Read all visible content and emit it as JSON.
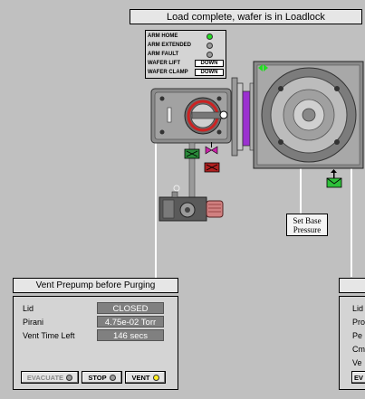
{
  "header": {
    "status_message": "Load complete, wafer is in Loadlock"
  },
  "status_panel": {
    "arm_home": "ARM HOME",
    "arm_extended": "ARM EXTENDED",
    "arm_fault": "ARM FAULT",
    "wafer_lift_label": "WAFER LIFT",
    "wafer_lift_value": "DOWN",
    "wafer_clamp_label": "WAFER CLAMP",
    "wafer_clamp_value": "DOWN"
  },
  "set_base_button": {
    "line1": "Set Base",
    "line2": "Pressure"
  },
  "vent_panel": {
    "title": "Vent Prepump before Purging",
    "lid_label": "Lid",
    "lid_value": "CLOSED",
    "pirani_label": "Pirani",
    "pirani_value": "4.75e-02 Torr",
    "vent_time_label": "Vent Time Left",
    "vent_time_value": "146 secs",
    "evacuate_label": "EVACUATE",
    "stop_label": "STOP",
    "vent_label": "VENT"
  },
  "right_panel": {
    "labels": [
      "Lid",
      "Pro",
      "Pe",
      "Cm",
      "Ve"
    ],
    "button_label": "EV"
  },
  "colors": {
    "led_green": "#22dd22",
    "led_gray": "#9a9a9a",
    "led_yellow": "#ffee22",
    "port_purple": "#9b30d0",
    "valve_green": "#2a8a3a",
    "valve_red": "#b02020",
    "magenta_valve": "#cc22aa"
  }
}
